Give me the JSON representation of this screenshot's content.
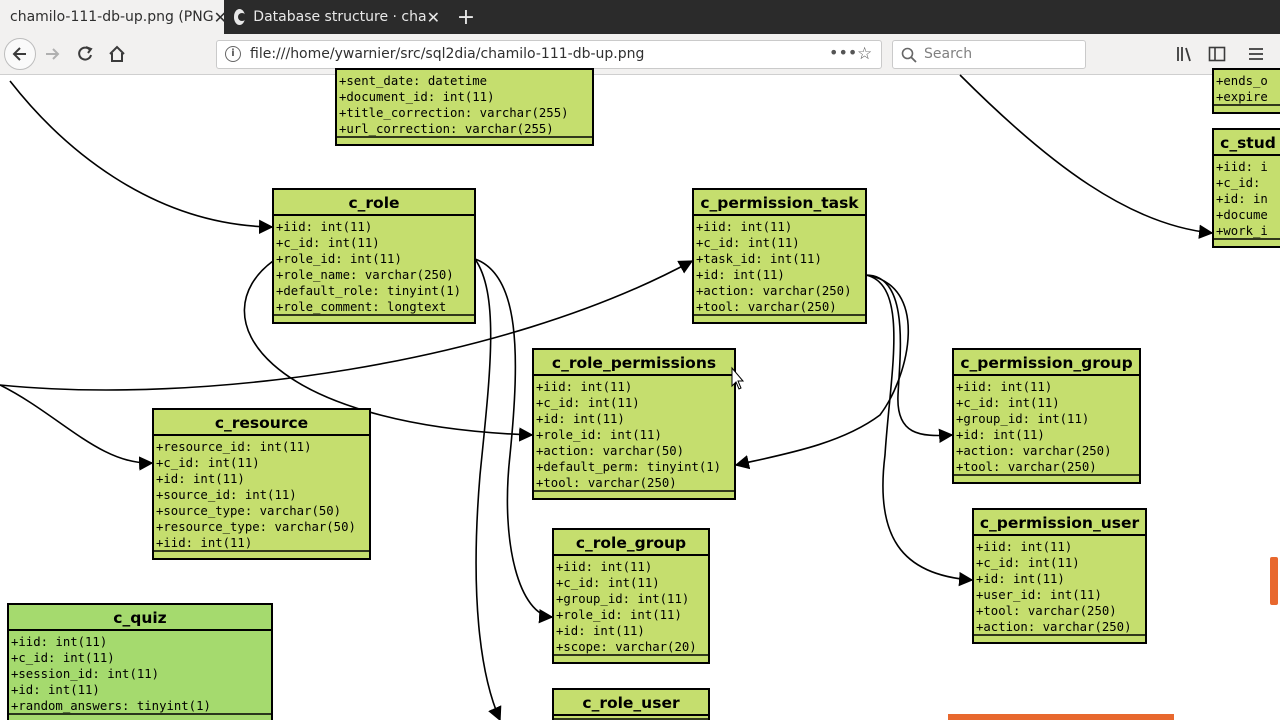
{
  "browser": {
    "tabs": [
      {
        "title": "chamilo-111-db-up.png (PNG",
        "active": true
      },
      {
        "title": "Database structure · cha",
        "active": false
      }
    ],
    "url": "file:///home/ywarnier/src/sql2dia/chamilo-111-db-up.png",
    "search_placeholder": "Search",
    "icons": [
      "back-icon",
      "forward-icon",
      "reload-icon",
      "home-icon",
      "page-info-icon",
      "page-actions-icon",
      "bookmark-star-icon",
      "search-icon",
      "library-icon",
      "sidebar-icon",
      "menu-icon",
      "close-icon",
      "new-tab-icon",
      "github-icon"
    ]
  },
  "colors": {
    "table_fill": "#c5de6e",
    "quiz_fill": "#a5da6e",
    "border": "#000000",
    "scroll_accent": "#e8682e"
  },
  "diagram": {
    "tables": [
      {
        "key": "top_table",
        "name": "",
        "fields": [
          "+sent_date: datetime",
          "+document_id: int(11)",
          "+title_correction: varchar(255)",
          "+url_correction: varchar(255)"
        ]
      },
      {
        "key": "c_role",
        "name": "c_role",
        "fields": [
          "+iid: int(11)",
          "+c_id: int(11)",
          "+role_id: int(11)",
          "+role_name: varchar(250)",
          "+default_role: tinyint(1)",
          "+role_comment: longtext"
        ]
      },
      {
        "key": "c_permission_task",
        "name": "c_permission_task",
        "fields": [
          "+iid: int(11)",
          "+c_id: int(11)",
          "+task_id: int(11)",
          "+id: int(11)",
          "+action: varchar(250)",
          "+tool: varchar(250)"
        ]
      },
      {
        "key": "c_role_permissions",
        "name": "c_role_permissions",
        "fields": [
          "+iid: int(11)",
          "+c_id: int(11)",
          "+id: int(11)",
          "+role_id: int(11)",
          "+action: varchar(50)",
          "+default_perm: tinyint(1)",
          "+tool: varchar(250)"
        ]
      },
      {
        "key": "c_permission_group",
        "name": "c_permission_group",
        "fields": [
          "+iid: int(11)",
          "+c_id: int(11)",
          "+group_id: int(11)",
          "+id: int(11)",
          "+action: varchar(250)",
          "+tool: varchar(250)"
        ]
      },
      {
        "key": "c_resource",
        "name": "c_resource",
        "fields": [
          "+resource_id: int(11)",
          "+c_id: int(11)",
          "+id: int(11)",
          "+source_id: int(11)",
          "+source_type: varchar(50)",
          "+resource_type: varchar(50)",
          "+iid: int(11)"
        ]
      },
      {
        "key": "c_permission_user",
        "name": "c_permission_user",
        "fields": [
          "+iid: int(11)",
          "+c_id: int(11)",
          "+id: int(11)",
          "+user_id: int(11)",
          "+tool: varchar(250)",
          "+action: varchar(250)"
        ]
      },
      {
        "key": "c_role_group",
        "name": "c_role_group",
        "fields": [
          "+iid: int(11)",
          "+c_id: int(11)",
          "+group_id: int(11)",
          "+role_id: int(11)",
          "+id: int(11)",
          "+scope: varchar(20)"
        ]
      },
      {
        "key": "c_quiz",
        "name": "c_quiz",
        "fields": [
          "+iid: int(11)",
          "+c_id: int(11)",
          "+session_id: int(11)",
          "+id: int(11)",
          "+random_answers: tinyint(1)"
        ]
      },
      {
        "key": "c_role_user",
        "name": "c_role_user",
        "fields": []
      },
      {
        "key": "c_stud",
        "name": "c_stud",
        "fields": [
          "+iid: i",
          "+c_id:",
          "+id: in",
          "+docume",
          "+work_i"
        ]
      },
      {
        "key": "top_right",
        "name": "",
        "fields": [
          "+ends_o",
          "+expire"
        ]
      }
    ]
  }
}
